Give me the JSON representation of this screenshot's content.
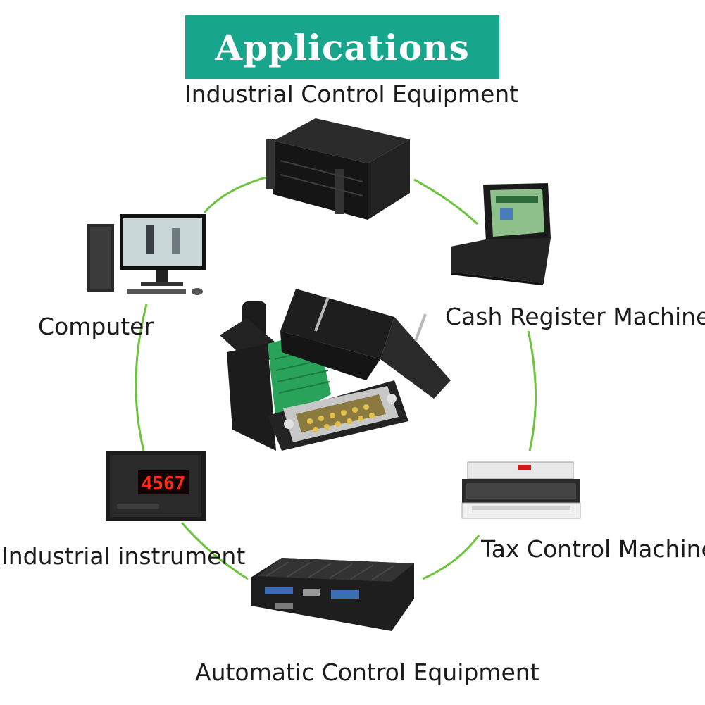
{
  "header": {
    "title": "Applications"
  },
  "applications": [
    {
      "key": "industrial_control",
      "label": "Industrial Control Equipment"
    },
    {
      "key": "cash_register",
      "label": "Cash Register Machine"
    },
    {
      "key": "tax_control",
      "label": "Tax Control Machine"
    },
    {
      "key": "automatic_control",
      "label": "Automatic Control Equipment"
    },
    {
      "key": "industrial_instrument",
      "label": "Industrial instrument"
    },
    {
      "key": "computer",
      "label": "Computer"
    }
  ],
  "instrument_display": "4567",
  "colors": {
    "banner": "#17a68b",
    "circle": "#6cc43c",
    "connector_terminal": "#2aa35a",
    "display_red": "#ff2a1a"
  }
}
